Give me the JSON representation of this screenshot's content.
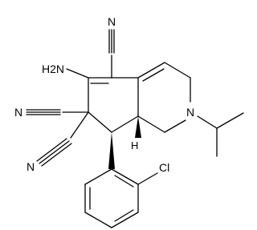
{
  "molecule": {
    "atom_labels": {
      "nitrile_top": "N",
      "nitrile_left_upper": "N",
      "nitrile_left_lower": "N",
      "amino": "H2N",
      "ring_nitrogen": "N",
      "stereo_h": "H",
      "chlorine": "Cl"
    }
  }
}
